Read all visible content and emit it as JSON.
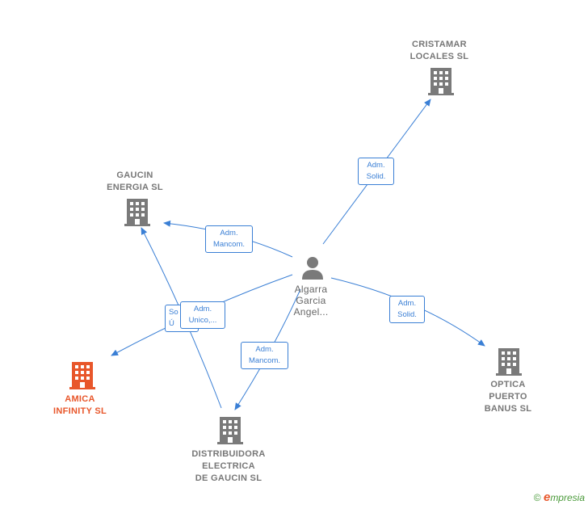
{
  "nodes": {
    "cristamar": {
      "line1": "CRISTAMAR",
      "line2": "LOCALES  SL"
    },
    "gaucin_energia": {
      "line1": "GAUCIN",
      "line2": "ENERGIA  SL"
    },
    "amica": {
      "line1": "AMICA",
      "line2": "INFINITY  SL"
    },
    "distribuidora": {
      "line1": "DISTRIBUIDORA",
      "line2": "ELECTRICA",
      "line3": "DE GAUCIN SL"
    },
    "optica": {
      "line1": "OPTICA",
      "line2": "PUERTO",
      "line3": "BANUS  SL"
    },
    "person": {
      "line1": "Algarra",
      "line2": "Garcia",
      "line3": "Angel..."
    }
  },
  "roles": {
    "cristamar": {
      "line1": "Adm.",
      "line2": "Solid."
    },
    "gaucin_energia": {
      "line1": "Adm.",
      "line2": "Mancom."
    },
    "amica_back": {
      "line1": "So",
      "line2": "Ú"
    },
    "amica_front": {
      "line1": "Adm.",
      "line2": "Unico,..."
    },
    "distribuidora": {
      "line1": "Adm.",
      "line2": "Mancom."
    },
    "optica": {
      "line1": "Adm.",
      "line2": "Solid."
    }
  },
  "footer": {
    "copyright": "©",
    "brand_e": "e",
    "brand_rest": "mpresia"
  },
  "colors": {
    "edge": "#3a7fd5",
    "building": "#7a7a7a",
    "main_company": "#e8562a",
    "person": "#7a7a7a"
  }
}
